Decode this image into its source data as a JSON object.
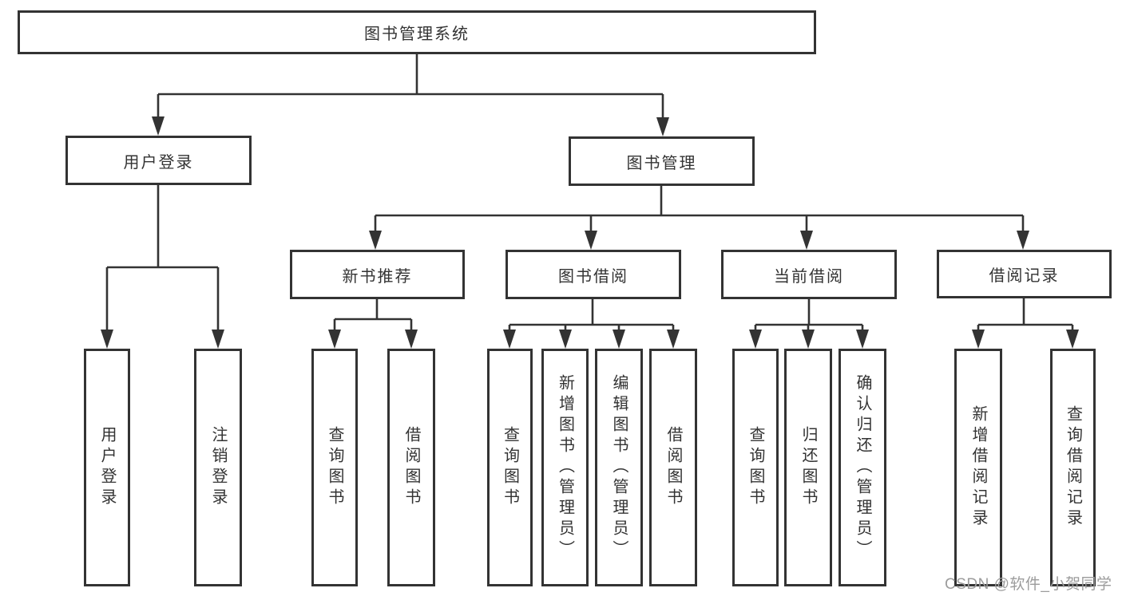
{
  "diagram": {
    "title_node": {
      "label": "图书管理系统"
    },
    "level2": [
      {
        "label": "用户登录"
      },
      {
        "label": "图书管理"
      }
    ],
    "level3": [
      {
        "label": "新书推荐"
      },
      {
        "label": "图书借阅"
      },
      {
        "label": "当前借阅"
      },
      {
        "label": "借阅记录"
      }
    ],
    "leaves": [
      {
        "label": "用户登录",
        "parent": "用户登录"
      },
      {
        "label": "注销登录",
        "parent": "用户登录"
      },
      {
        "label": "查询图书",
        "parent": "新书推荐"
      },
      {
        "label": "借阅图书",
        "parent": "新书推荐"
      },
      {
        "label": "查询图书",
        "parent": "图书借阅"
      },
      {
        "label": "新增图书（管理员）",
        "parent": "图书借阅"
      },
      {
        "label": "编辑图书（管理员）",
        "parent": "图书借阅"
      },
      {
        "label": "借阅图书",
        "parent": "图书借阅"
      },
      {
        "label": "查询图书",
        "parent": "当前借阅"
      },
      {
        "label": "归还图书",
        "parent": "当前借阅"
      },
      {
        "label": "确认归还（管理员）",
        "parent": "当前借阅"
      },
      {
        "label": "新增借阅记录",
        "parent": "借阅记录"
      },
      {
        "label": "查询借阅记录",
        "parent": "借阅记录"
      }
    ],
    "watermark": "CSDN @软件_小贺同学",
    "colors": {
      "line": "#333333",
      "text": "#333333",
      "background": "#ffffff",
      "watermark": "#9c9c9c"
    }
  }
}
